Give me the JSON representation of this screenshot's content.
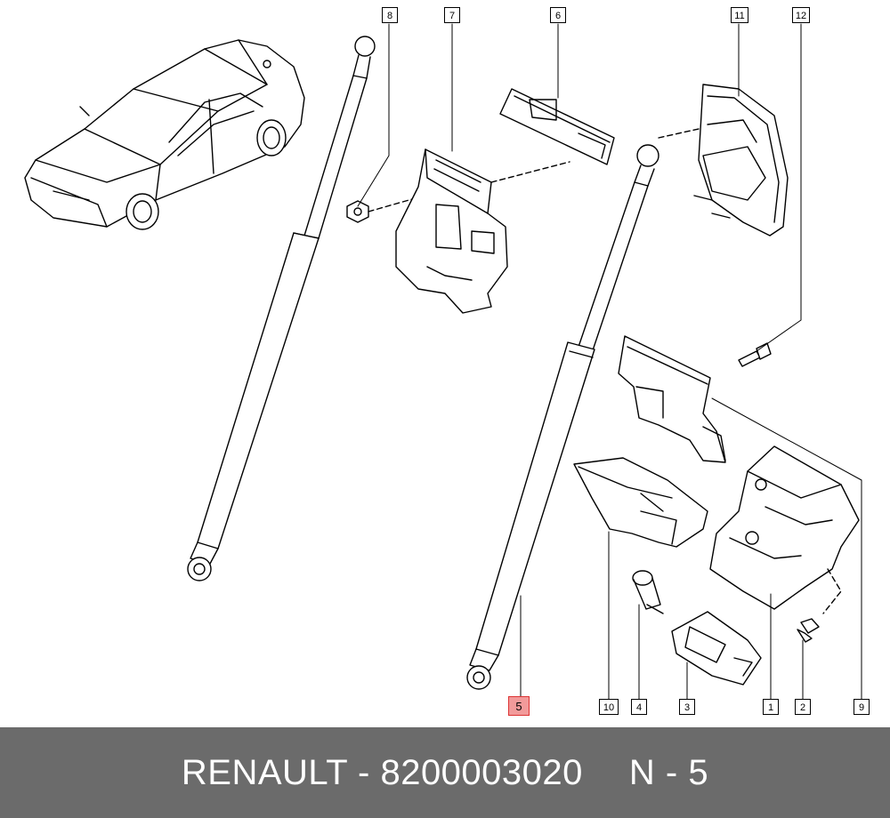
{
  "callouts": {
    "c1": "1",
    "c2": "2",
    "c3": "3",
    "c4": "4",
    "c5": "5",
    "c6": "6",
    "c7": "7",
    "c8": "8",
    "c9": "9",
    "c10": "10",
    "c11": "11",
    "c12": "12"
  },
  "highlight_color": "#f29a9a",
  "footer": {
    "brand_part": "RENAULT - 8200003020",
    "position": "N - 5",
    "background": "#6b6b6b"
  }
}
